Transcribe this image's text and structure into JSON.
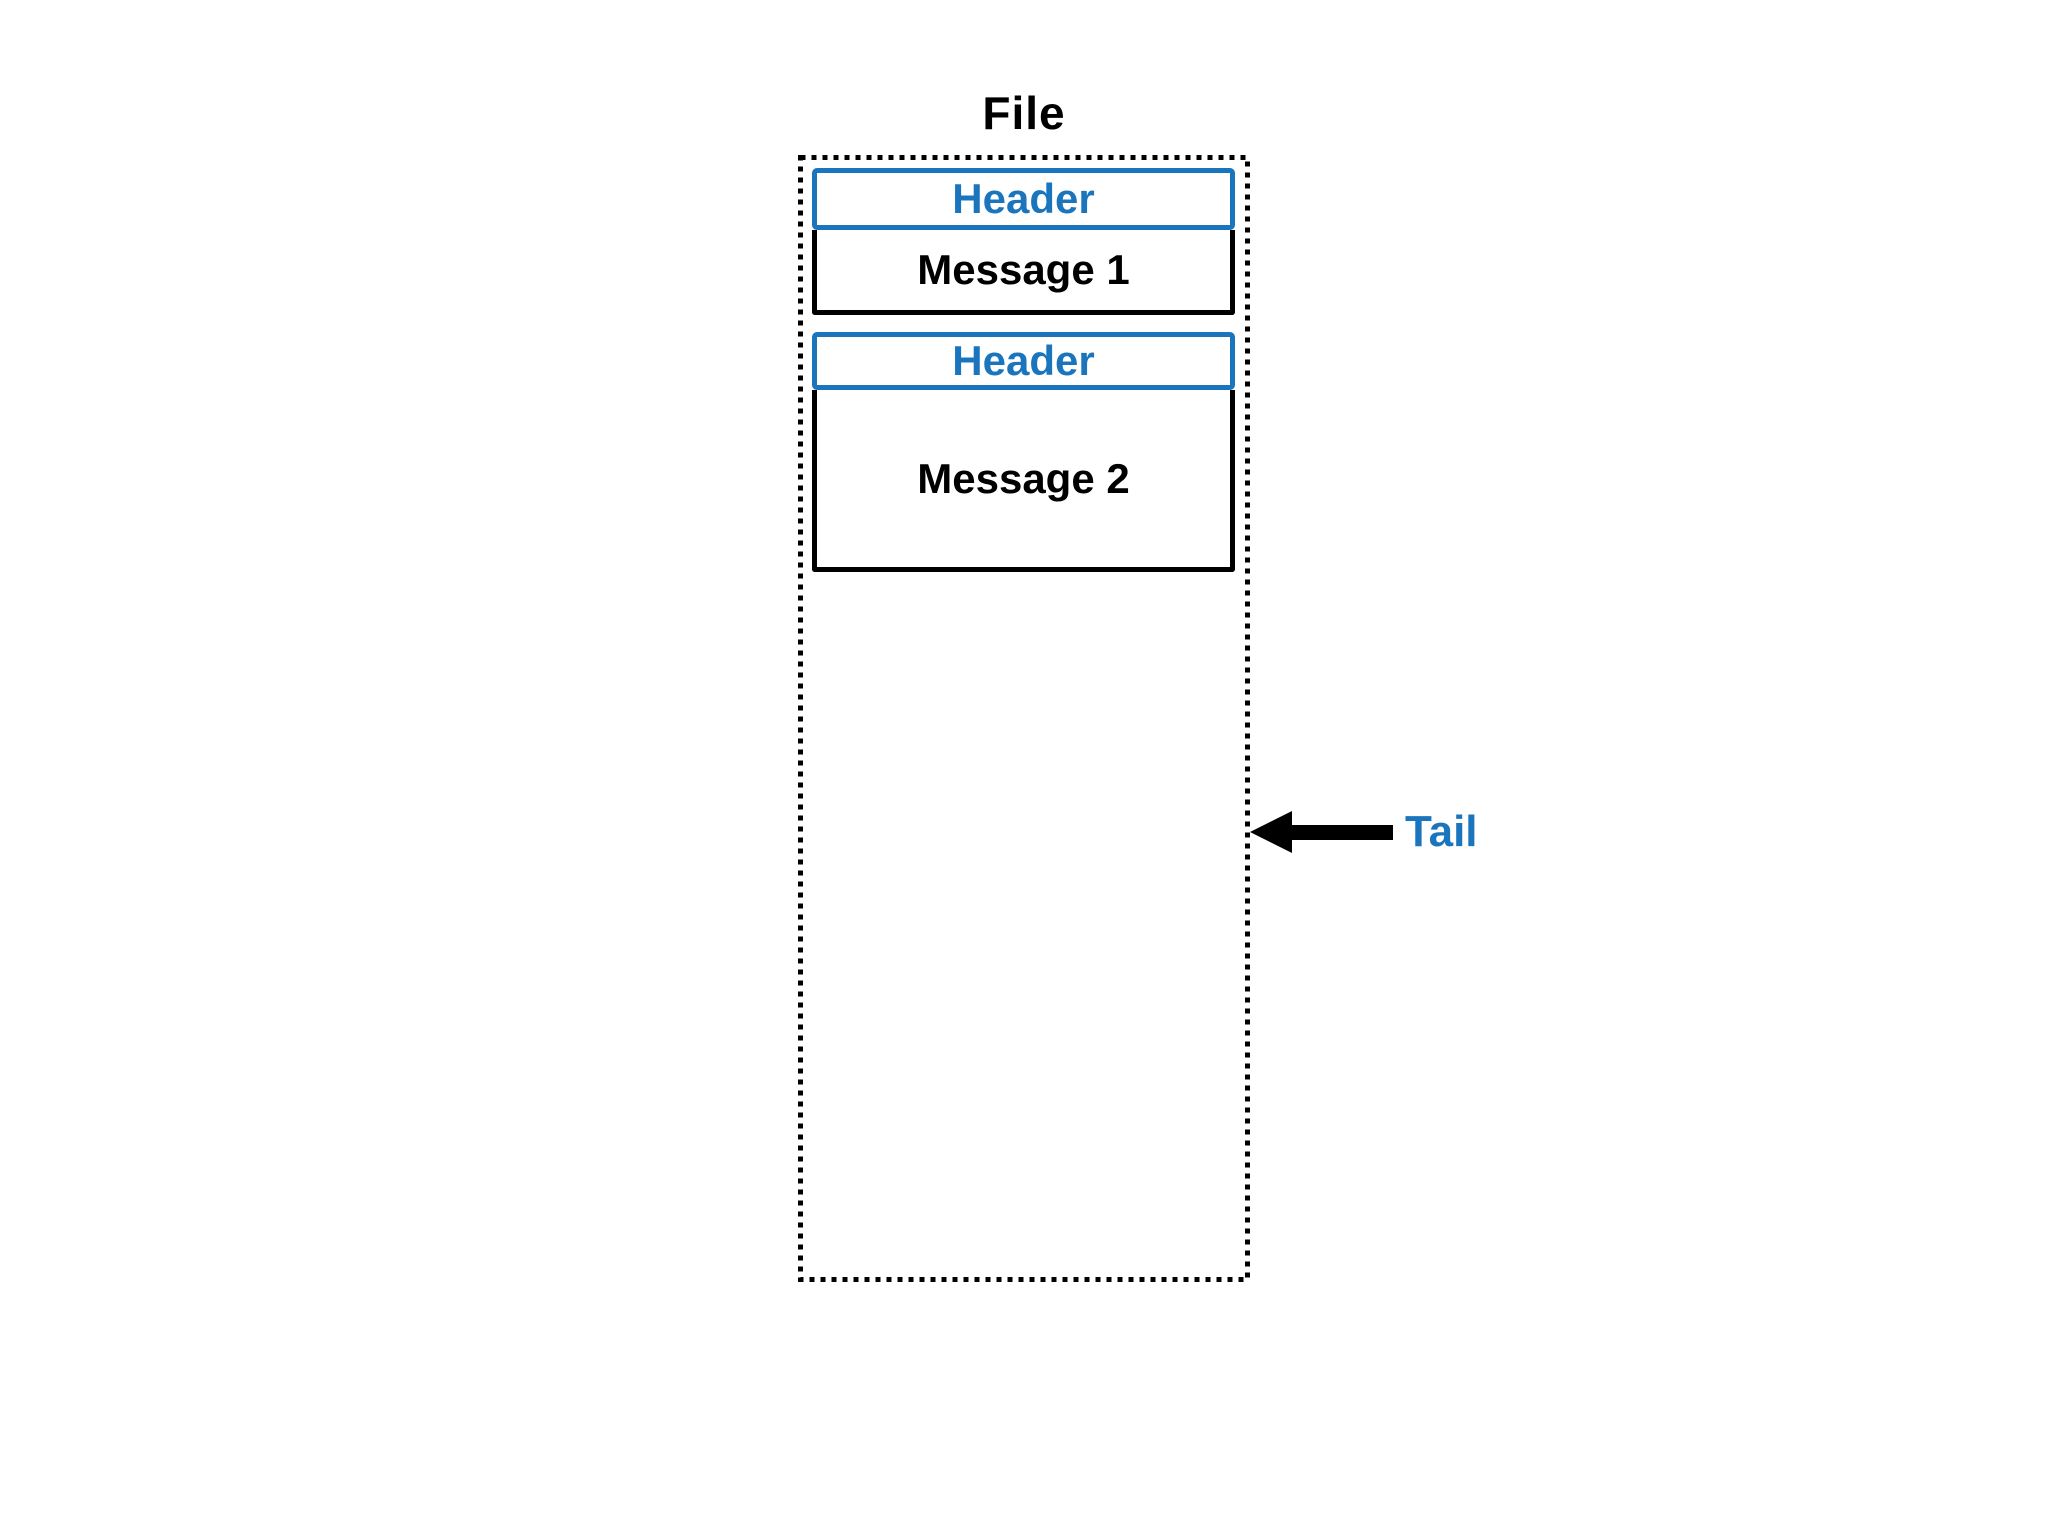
{
  "diagram": {
    "title": "File",
    "segments": [
      {
        "header_label": "Header",
        "message_label": "Message 1"
      },
      {
        "header_label": "Header",
        "message_label": "Message 2"
      }
    ],
    "tail_label": "Tail"
  },
  "colors": {
    "accent_blue": "#1b75bc",
    "line_black": "#000000",
    "background": "#ffffff"
  }
}
